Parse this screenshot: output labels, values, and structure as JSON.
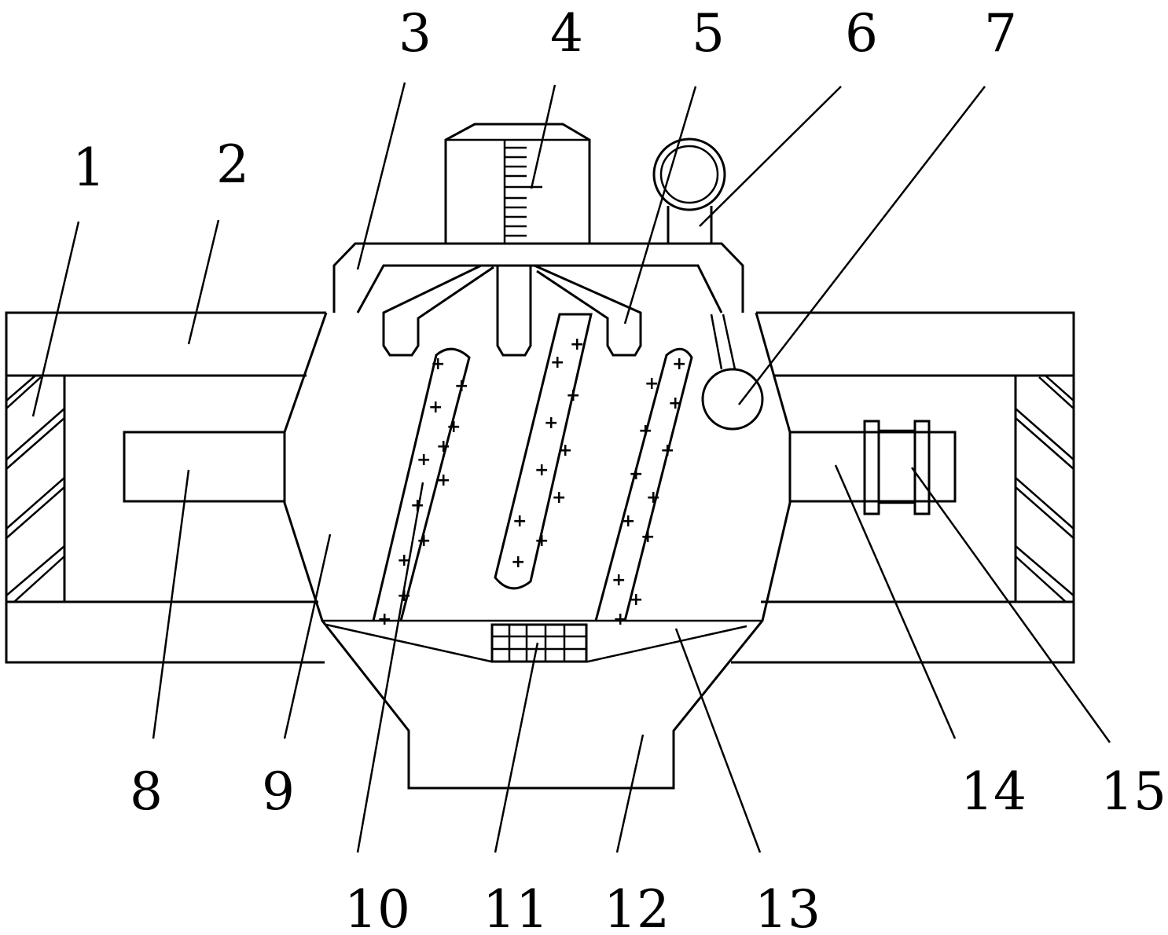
{
  "labels": [
    {
      "id": "1",
      "text": "1"
    },
    {
      "id": "2",
      "text": "2"
    },
    {
      "id": "3",
      "text": "3"
    },
    {
      "id": "4",
      "text": "4"
    },
    {
      "id": "5",
      "text": "5"
    },
    {
      "id": "6",
      "text": "6"
    },
    {
      "id": "7",
      "text": "7"
    },
    {
      "id": "8",
      "text": "8"
    },
    {
      "id": "9",
      "text": "9"
    },
    {
      "id": "10",
      "text": "10"
    },
    {
      "id": "11",
      "text": "11"
    },
    {
      "id": "12",
      "text": "12"
    },
    {
      "id": "13",
      "text": "13"
    },
    {
      "id": "14",
      "text": "14"
    },
    {
      "id": "15",
      "text": "15"
    }
  ],
  "colors": {
    "line": "#000000",
    "background": "#ffffff"
  }
}
